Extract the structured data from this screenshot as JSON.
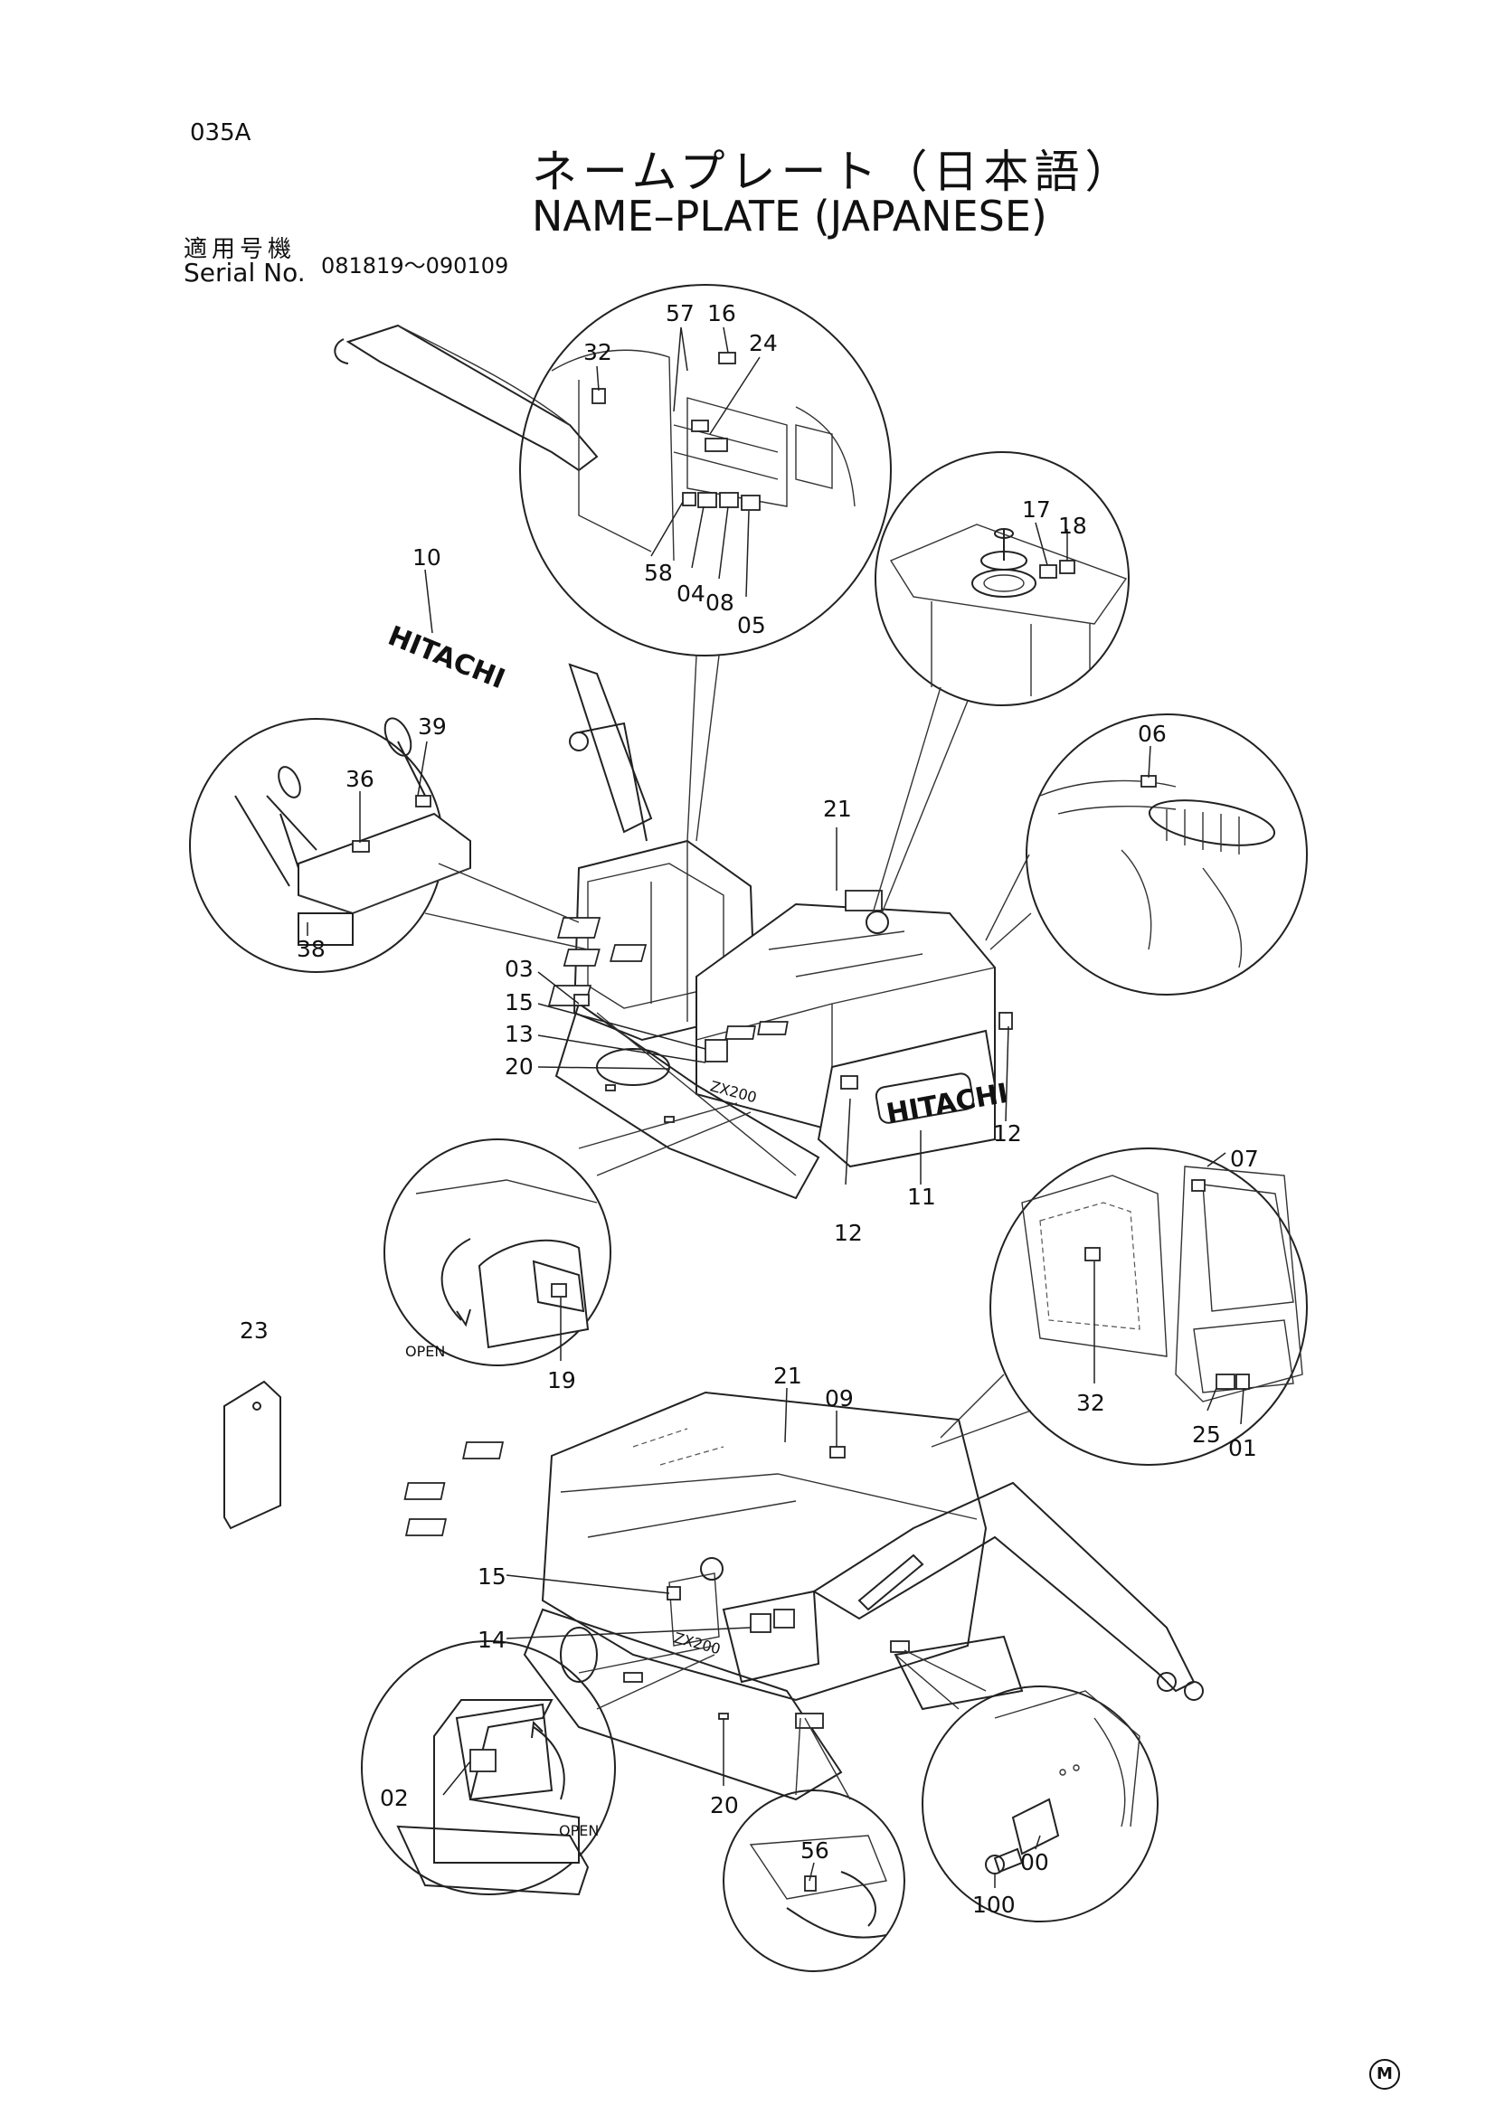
{
  "header": {
    "page_code": "035A",
    "title_ja": "ネームプレート（日本語）",
    "title_en": "NAME–PLATE (JAPANESE)",
    "serial_label_ja": "適用号機",
    "serial_label_en": "Serial No.",
    "serial_range": "081819～090109"
  },
  "diagram_text": {
    "brand_boom": "HITACHI",
    "brand_counterweight": "HITACHI",
    "model_badge": "ZX200",
    "open_label": "OPEN"
  },
  "callouts": [
    "57",
    "16",
    "32",
    "24",
    "58",
    "04",
    "08",
    "05",
    "10",
    "17",
    "18",
    "39",
    "36",
    "38",
    "21",
    "06",
    "03",
    "15",
    "13",
    "20",
    "12",
    "11",
    "12",
    "07",
    "23",
    "19",
    "21",
    "09",
    "32",
    "25",
    "01",
    "15",
    "14",
    "02",
    "20",
    "56",
    "00",
    "100"
  ],
  "footer_mark": "M"
}
